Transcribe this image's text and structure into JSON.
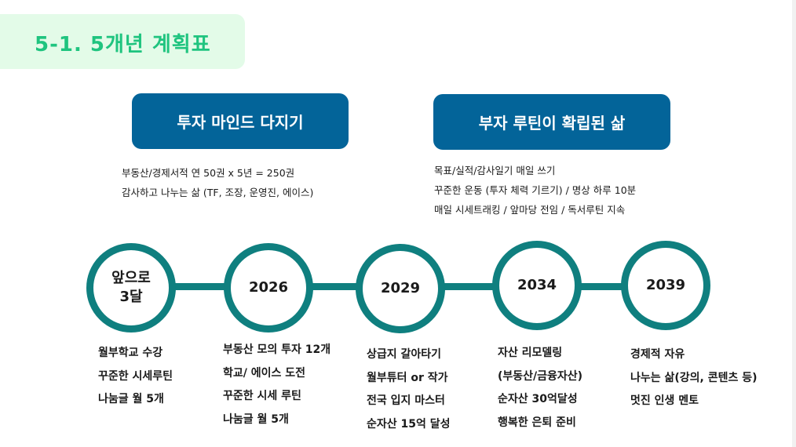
{
  "title": "5-1. 5개년 계획표",
  "goals": [
    {
      "label": "투자 마인드 다지기",
      "lines": [
        "부동산/경제서적 연 50권 x 5년 = 250권",
        "감사하고 나누는 삶 (TF, 조장, 운영진, 에이스)"
      ]
    },
    {
      "label": "부자 루틴이 확립된 삶",
      "lines": [
        "목표/실적/감사일기 매일 쓰기",
        "꾸준한 운동 (투자 체력 기르기) / 명상 하루 10분",
        "매일 시세트래킹 / 앞마당 전임 / 독서루틴 지속"
      ]
    }
  ],
  "timeline": [
    {
      "label": "앞으로\n3달",
      "items": [
        "월부학교 수강",
        "꾸준한 시세루틴",
        "나눔글 월 5개"
      ]
    },
    {
      "label": "2026",
      "items": [
        "부동산 모의 투자 12개",
        "학교/ 에이스 도전",
        "꾸준한 시세 루틴",
        "나눔글 월 5개"
      ]
    },
    {
      "label": "2029",
      "items": [
        "상급지 갈아타기",
        "월부튜터 or 작가",
        "전국 입지 마스터",
        "순자산 15억 달성"
      ]
    },
    {
      "label": "2034",
      "items": [
        "자산 리모델링",
        "(부동산/금융자산)",
        "순자산 30억달성",
        "행복한 은퇴 준비"
      ]
    },
    {
      "label": "2039",
      "items": [
        "경제적 자유",
        "나누는 삶(강의, 콘텐츠 등)",
        "멋진 인생 멘토"
      ]
    }
  ],
  "colors": {
    "accent": "#1fc47f",
    "goal_bg": "#036499",
    "timeline": "#0f7f7f"
  }
}
